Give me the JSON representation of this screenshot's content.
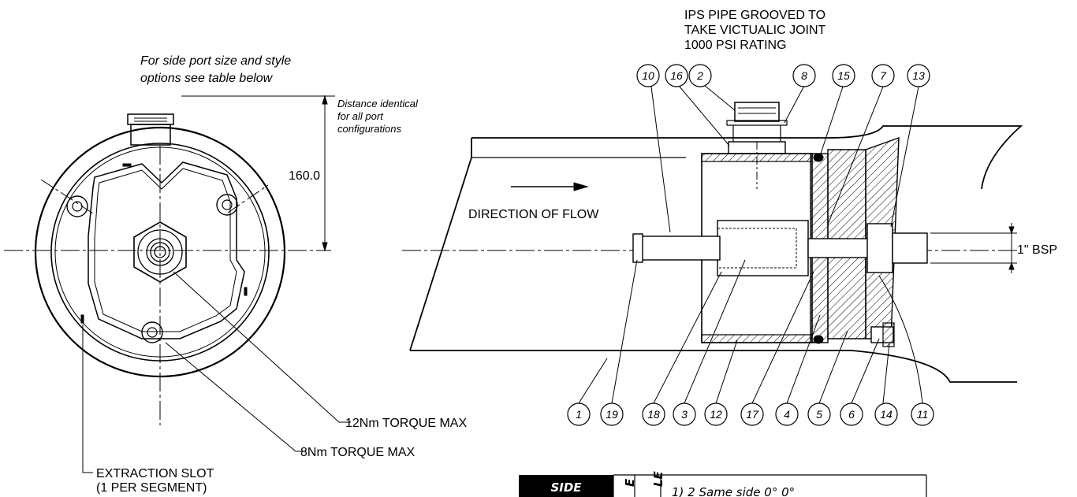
{
  "left_view": {
    "note": "For side port size and style",
    "note2": "options see table below",
    "distance_note": [
      "Distance identical",
      "for all port",
      "configurations"
    ],
    "dimension": "160.0",
    "torque_12": "12Nm TORQUE MAX",
    "torque_8": "8Nm TORQUE MAX",
    "extraction": [
      "EXTRACTION SLOT",
      "(1 PER SEGMENT)"
    ]
  },
  "right_view": {
    "pipe_note": [
      "IPS PIPE GROOVED TO",
      "TAKE VICTUALIC JOINT",
      "1000 PSI RATING"
    ],
    "flow": "DIRECTION OF FLOW",
    "bsp": "1\" BSP",
    "top_balloons": [
      "10",
      "16",
      "2",
      "8",
      "15",
      "7",
      "13"
    ],
    "bottom_balloons": [
      "1",
      "19",
      "18",
      "3",
      "12",
      "17",
      "4",
      "5",
      "6",
      "14",
      "11"
    ]
  },
  "table": {
    "header": "SIDE",
    "vertical_a": "E",
    "vertical_b": "LE",
    "row_text": "1)  2 Same side   0° 0°"
  }
}
